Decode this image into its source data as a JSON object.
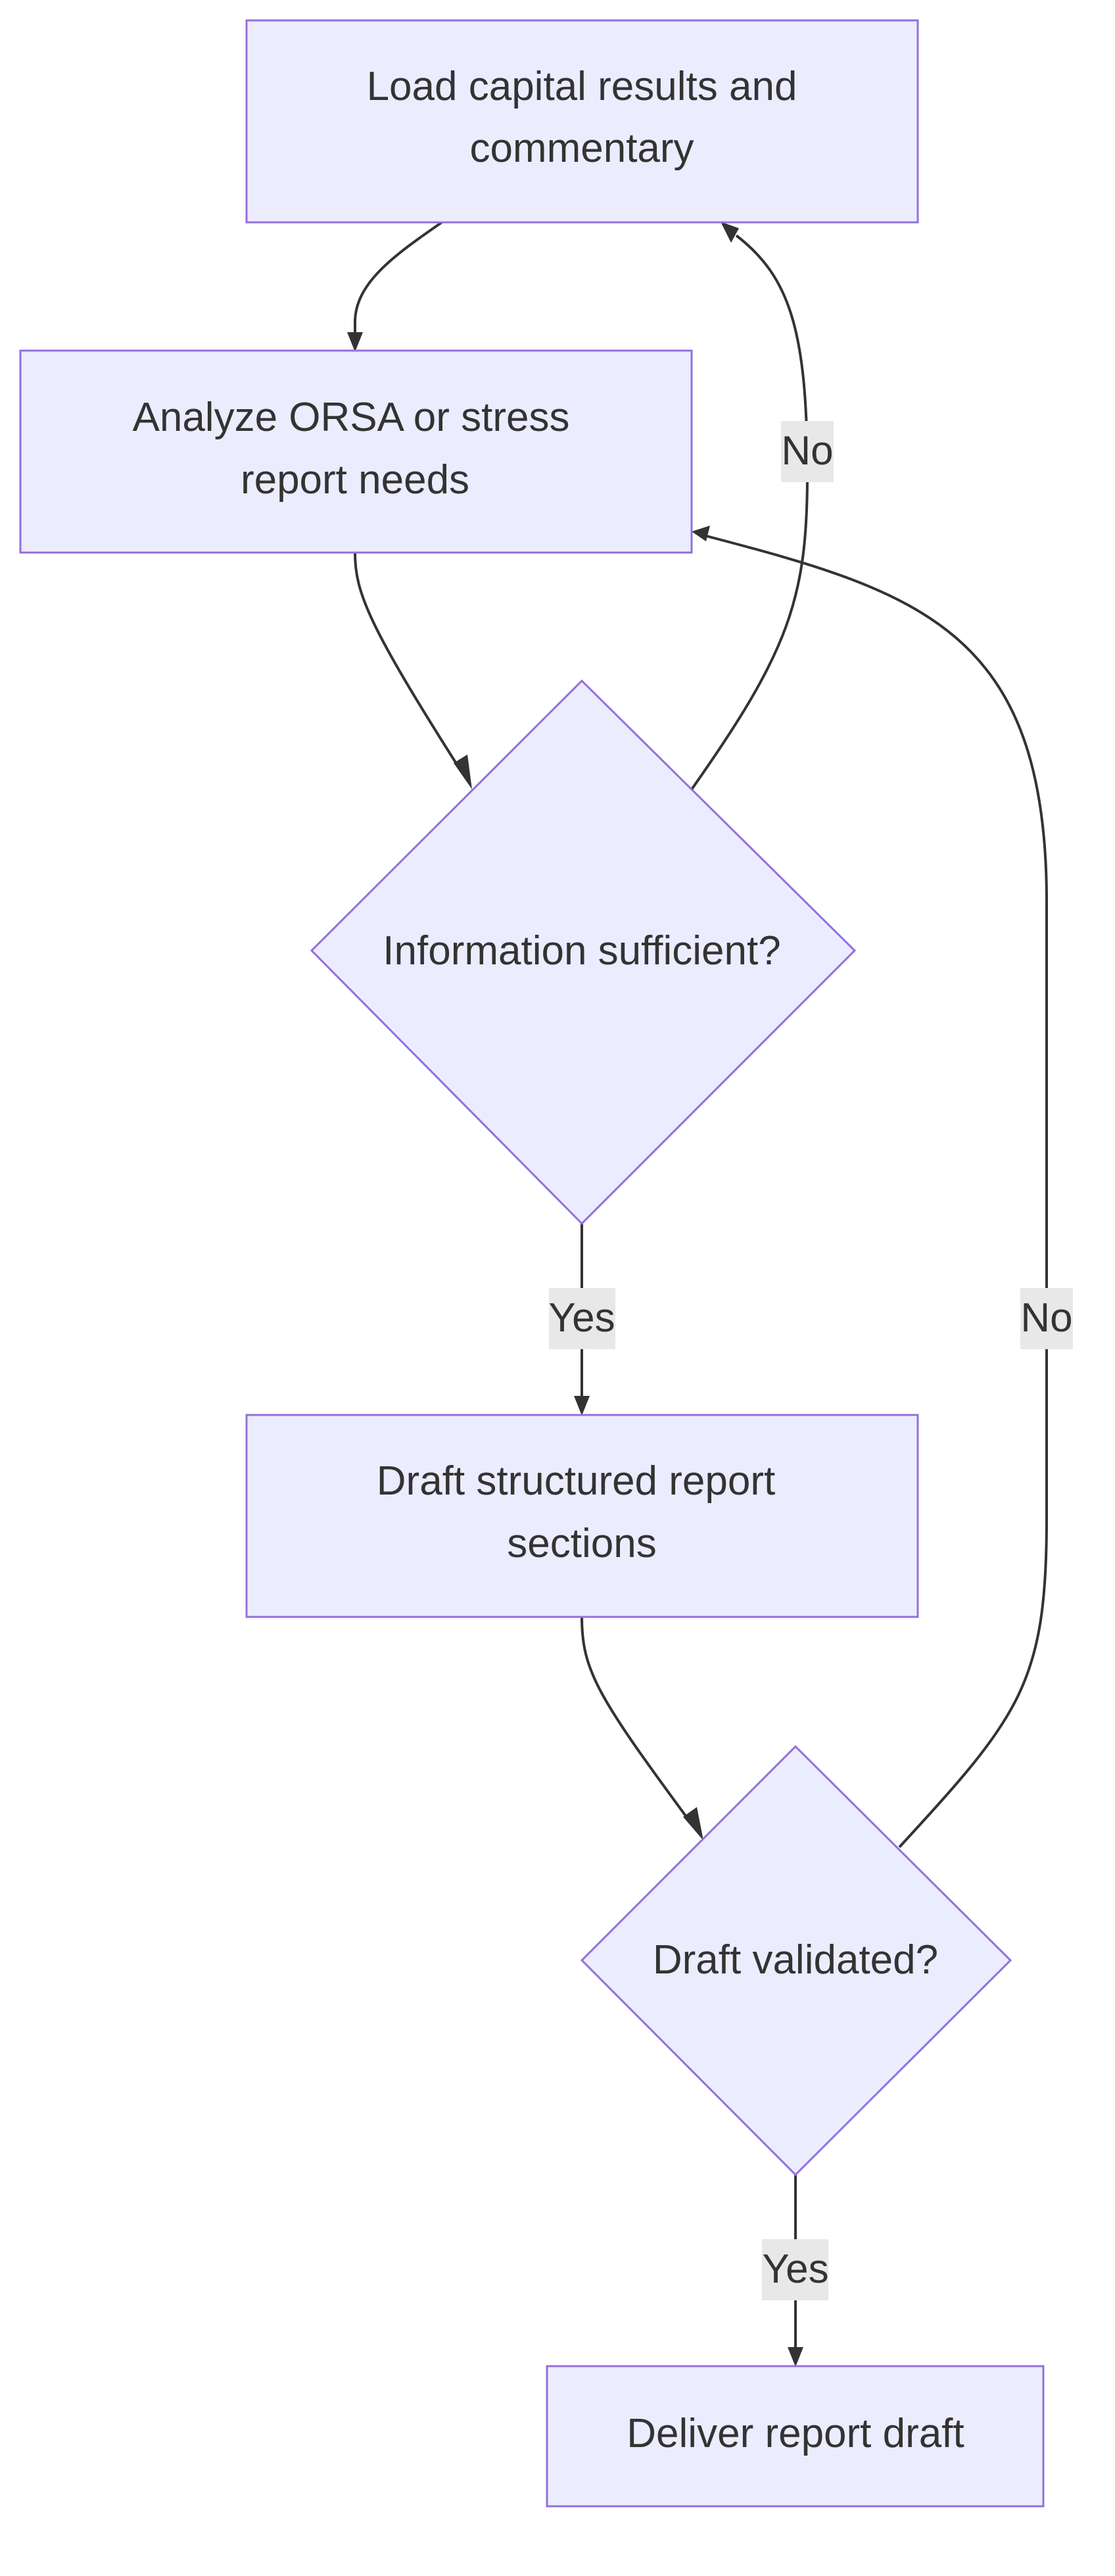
{
  "diagram": {
    "nodes": {
      "load": {
        "lines": [
          "Load capital results and",
          "commentary"
        ]
      },
      "analyze": {
        "lines": [
          "Analyze ORSA or stress",
          "report needs"
        ]
      },
      "info": {
        "lines": [
          "Information sufficient?"
        ]
      },
      "draft": {
        "lines": [
          "Draft structured report",
          "sections"
        ]
      },
      "validated": {
        "lines": [
          "Draft validated?"
        ]
      },
      "deliver": {
        "lines": [
          "Deliver report draft"
        ]
      }
    },
    "edges": {
      "info_no": "No",
      "info_yes": "Yes",
      "validated_no": "No",
      "validated_yes": "Yes"
    }
  },
  "colors": {
    "node_fill": "#ececff",
    "node_stroke": "#9370db",
    "edge": "#333333",
    "label_bg": "#e8e8e8",
    "text": "#333333"
  }
}
